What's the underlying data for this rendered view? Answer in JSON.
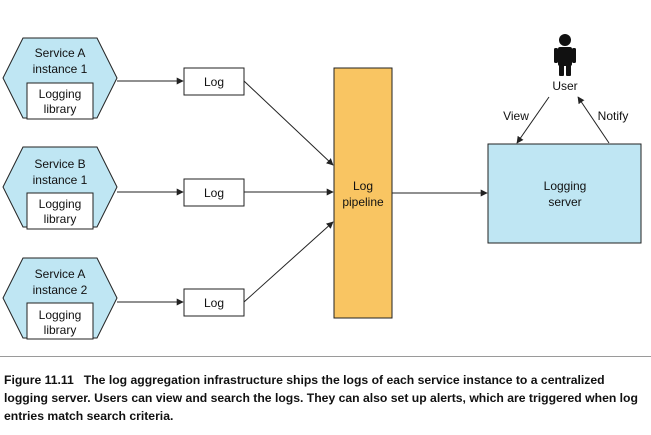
{
  "colors": {
    "service_fill": "#bfe6f3",
    "pipeline_fill": "#f9c562",
    "server_fill": "#bfe6f3",
    "stroke": "#222222"
  },
  "services": [
    {
      "name": [
        "Service A",
        "instance 1"
      ],
      "library": [
        "Logging",
        "library"
      ],
      "log": "Log"
    },
    {
      "name": [
        "Service B",
        "instance 1"
      ],
      "library": [
        "Logging",
        "library"
      ],
      "log": "Log"
    },
    {
      "name": [
        "Service A",
        "instance 2"
      ],
      "library": [
        "Logging",
        "library"
      ],
      "log": "Log"
    }
  ],
  "pipeline": [
    "Log",
    "pipeline"
  ],
  "server": [
    "Logging",
    "server"
  ],
  "user": {
    "label": "User",
    "icon": "person-icon"
  },
  "edges": {
    "view": "View",
    "notify": "Notify"
  },
  "caption": {
    "label": "Figure 11.11",
    "text": "The log aggregation infrastructure ships the logs of each service instance to a centralized logging server. Users can view and search the logs. They can also set up alerts, which are triggered when log entries match search criteria."
  }
}
